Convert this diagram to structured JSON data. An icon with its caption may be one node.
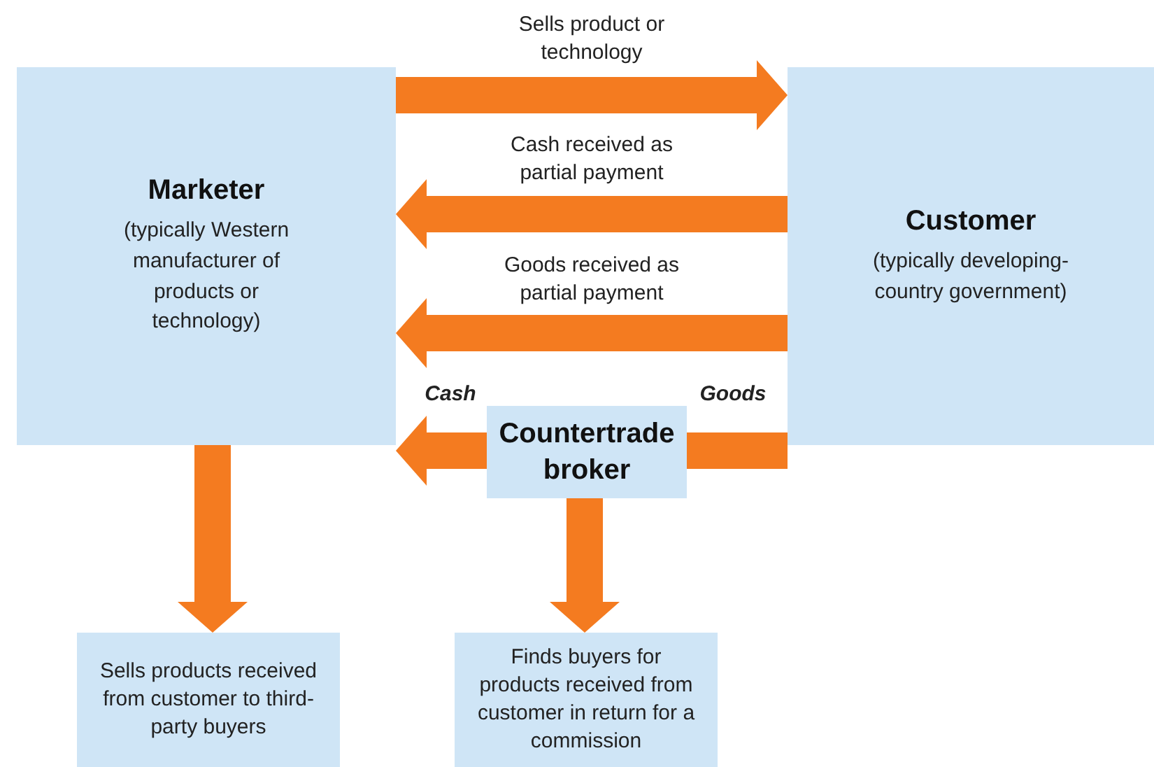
{
  "diagram": {
    "nodes": [
      {
        "text": [
          "Marketer",
          "(typically Western manufacturer of products or technology)"
        ]
      },
      {
        "text": [
          "Customer",
          "(typically developing-country government)"
        ]
      },
      {
        "text": [
          "Countertrade broker"
        ]
      },
      {
        "text": [
          "Sells products received from customer to third-party buyers"
        ]
      },
      {
        "text": [
          "Finds buyers for products received from customer in return for a commission"
        ]
      }
    ],
    "edges": [
      {
        "from": 0,
        "to": 1,
        "arrow": "to",
        "label": "Sells product or technology"
      },
      {
        "from": 1,
        "to": 0,
        "arrow": "to",
        "label": "Cash received as partial payment"
      },
      {
        "from": 1,
        "to": 0,
        "arrow": "to",
        "label": "Goods received as partial payment"
      },
      {
        "from": 1,
        "to": 2,
        "arrow": "none",
        "label": "Goods"
      },
      {
        "from": 2,
        "to": 0,
        "arrow": "to",
        "label": "Cash"
      },
      {
        "from": 0,
        "to": 3,
        "arrow": "to"
      },
      {
        "from": 2,
        "to": 4,
        "arrow": "to"
      }
    ]
  }
}
